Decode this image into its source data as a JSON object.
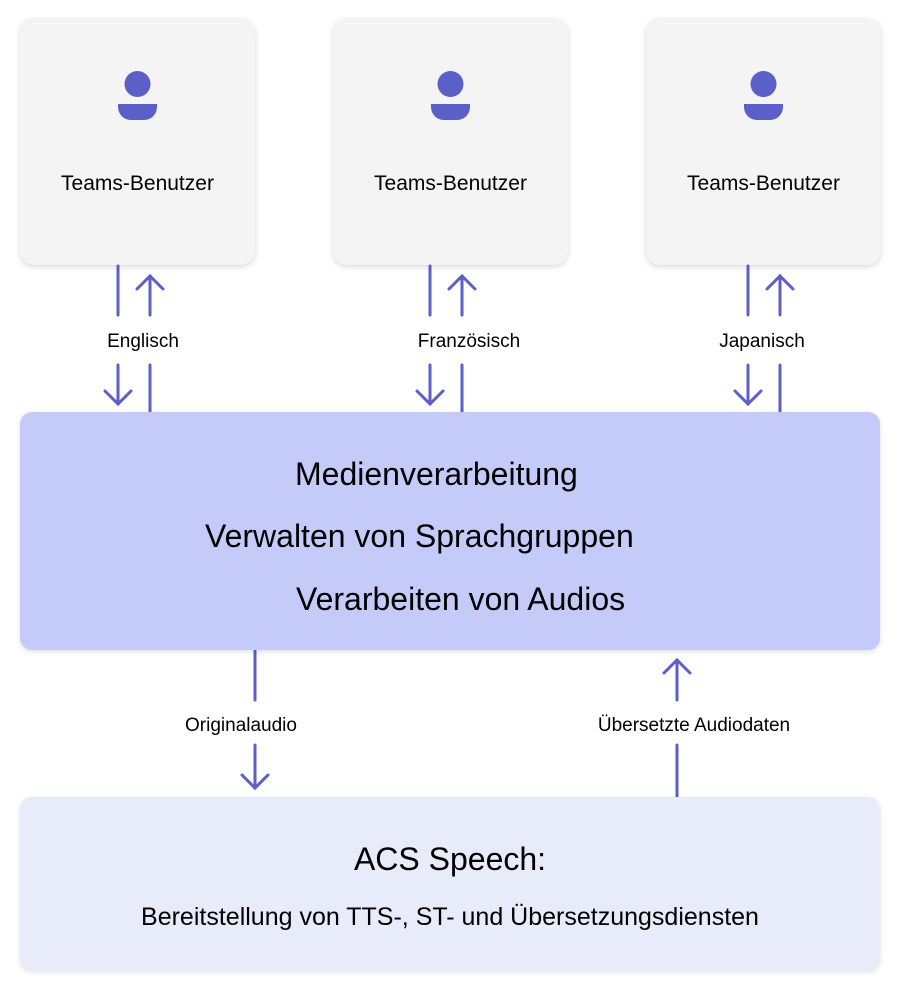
{
  "users": [
    {
      "label": "Teams-Benutzer",
      "language": "Englisch"
    },
    {
      "label": "Teams-Benutzer",
      "language": "Französisch"
    },
    {
      "label": "Teams-Benutzer",
      "language": "Japanisch"
    }
  ],
  "media": {
    "line1": "Medienverarbeitung",
    "line2": "Verwalten von Sprachgruppen",
    "line3": "Verarbeiten von Audios"
  },
  "flows": {
    "down": "Originalaudio",
    "up": "Übersetzte Audiodaten"
  },
  "speech": {
    "title": "ACS Speech:",
    "subtitle": "Bereitstellung von TTS-, ST- und Übersetzungsdiensten"
  },
  "colors": {
    "accent": "#5b5fc7",
    "media_box": "#c5cbf9",
    "speech_box": "#e8ebfa",
    "user_box": "#f4f4f4"
  }
}
